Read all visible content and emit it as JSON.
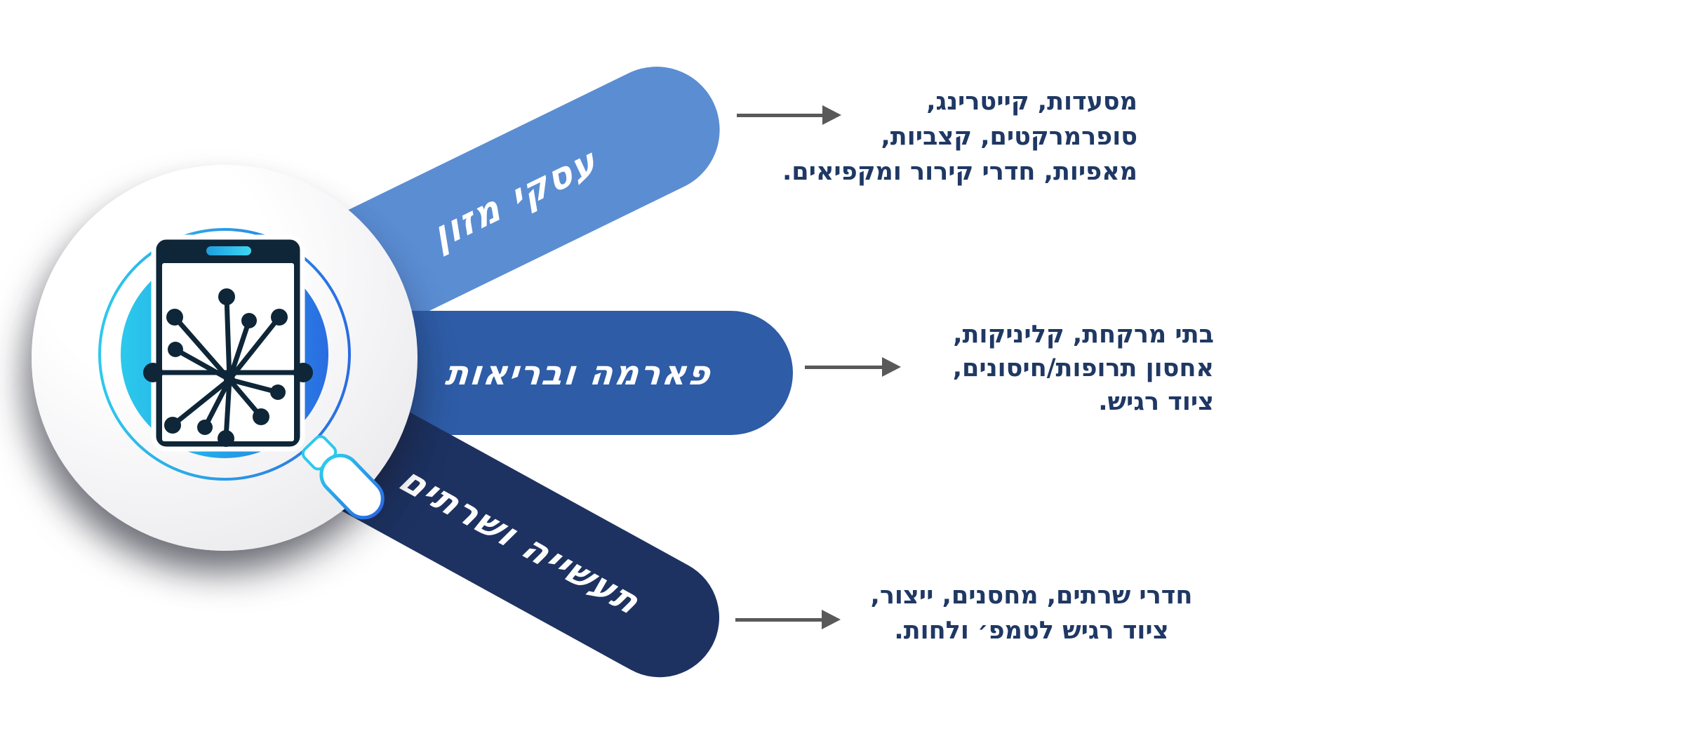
{
  "diagram": {
    "type": "infographic-branches",
    "badge_icon": "magnifier-over-smartphone-with-network-hub",
    "branches": [
      {
        "label": "עסקי מזון",
        "pill_color": "#5b8dd3",
        "description_lines": [
          "מסעדות, קייטרינג,",
          "סופרמרקטים, קצביות,",
          "מאפיות, חדרי קירור ומקפיאים."
        ]
      },
      {
        "label": "פארמה ובריאות",
        "pill_color": "#2e5ca6",
        "description_lines": [
          "בתי מרקחת, קליניקות,",
          "אחסון תרופות/חיסונים,",
          "ציוד רגיש."
        ]
      },
      {
        "label": "תעשייה ושרתים",
        "pill_color": "#1d3261",
        "description_lines": [
          "חדרי שרתים, מחסנים, ייצור,",
          "ציוד רגיש לטמפ׳ ולחות."
        ]
      }
    ],
    "colors": {
      "text_navy": "#1f3864",
      "arrow_gray": "#595959",
      "phone_navy": "#0e2637",
      "lens_cyan": "#2cc9ec",
      "lens_blue": "#2a6ce2",
      "badge_white": "#ffffff"
    }
  }
}
